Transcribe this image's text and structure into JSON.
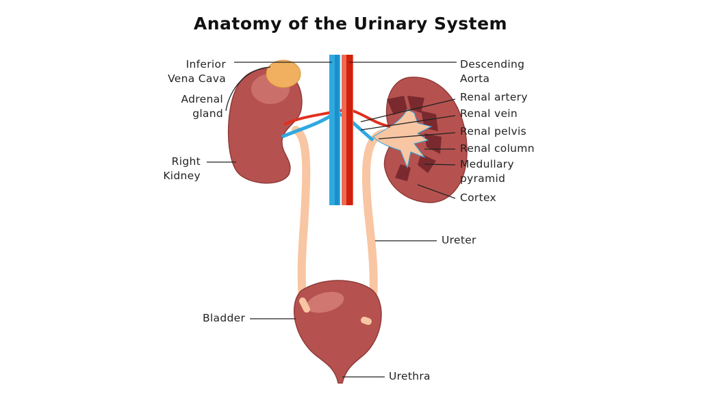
{
  "title": "Anatomy of the Urinary System",
  "labels": {
    "ivc": [
      "Inferior",
      "Vena Cava"
    ],
    "adrenal": [
      "Adrenal",
      "gland"
    ],
    "right_kidney": [
      "Right",
      "Kidney"
    ],
    "bladder": "Bladder",
    "urethra": "Urethra",
    "aorta": [
      "Descending",
      "Aorta"
    ],
    "renal_artery": "Renal artery",
    "renal_vein": "Renal vein",
    "renal_pelvis": "Renal pelvis",
    "renal_column": "Renal column",
    "medullary": [
      "Medullary",
      "pyramid"
    ],
    "cortex": "Cortex",
    "ureter": "Ureter"
  },
  "colors": {
    "kidney": "#b5524f",
    "kidney_light": "#d17772",
    "vein": "#2fa9e0",
    "artery": "#e0301e",
    "ureter": "#f8c6a2",
    "adrenal": "#f0b060"
  }
}
